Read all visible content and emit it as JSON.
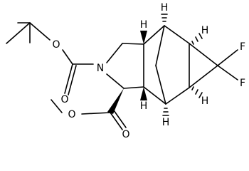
{
  "molecule": {
    "atom_labels": {
      "o_boc_ether": "O",
      "o_boc_carbonyl": "O",
      "n_ring": "N",
      "o_ester_ether": "O",
      "o_ester_carbonyl": "O",
      "f_upper": "F",
      "f_lower": "F",
      "h_c3a": "H",
      "h_c4": "H",
      "h_cp_top": "H",
      "h_c7a": "H",
      "h_c7": "H",
      "h_cp_bottom": "H"
    }
  }
}
